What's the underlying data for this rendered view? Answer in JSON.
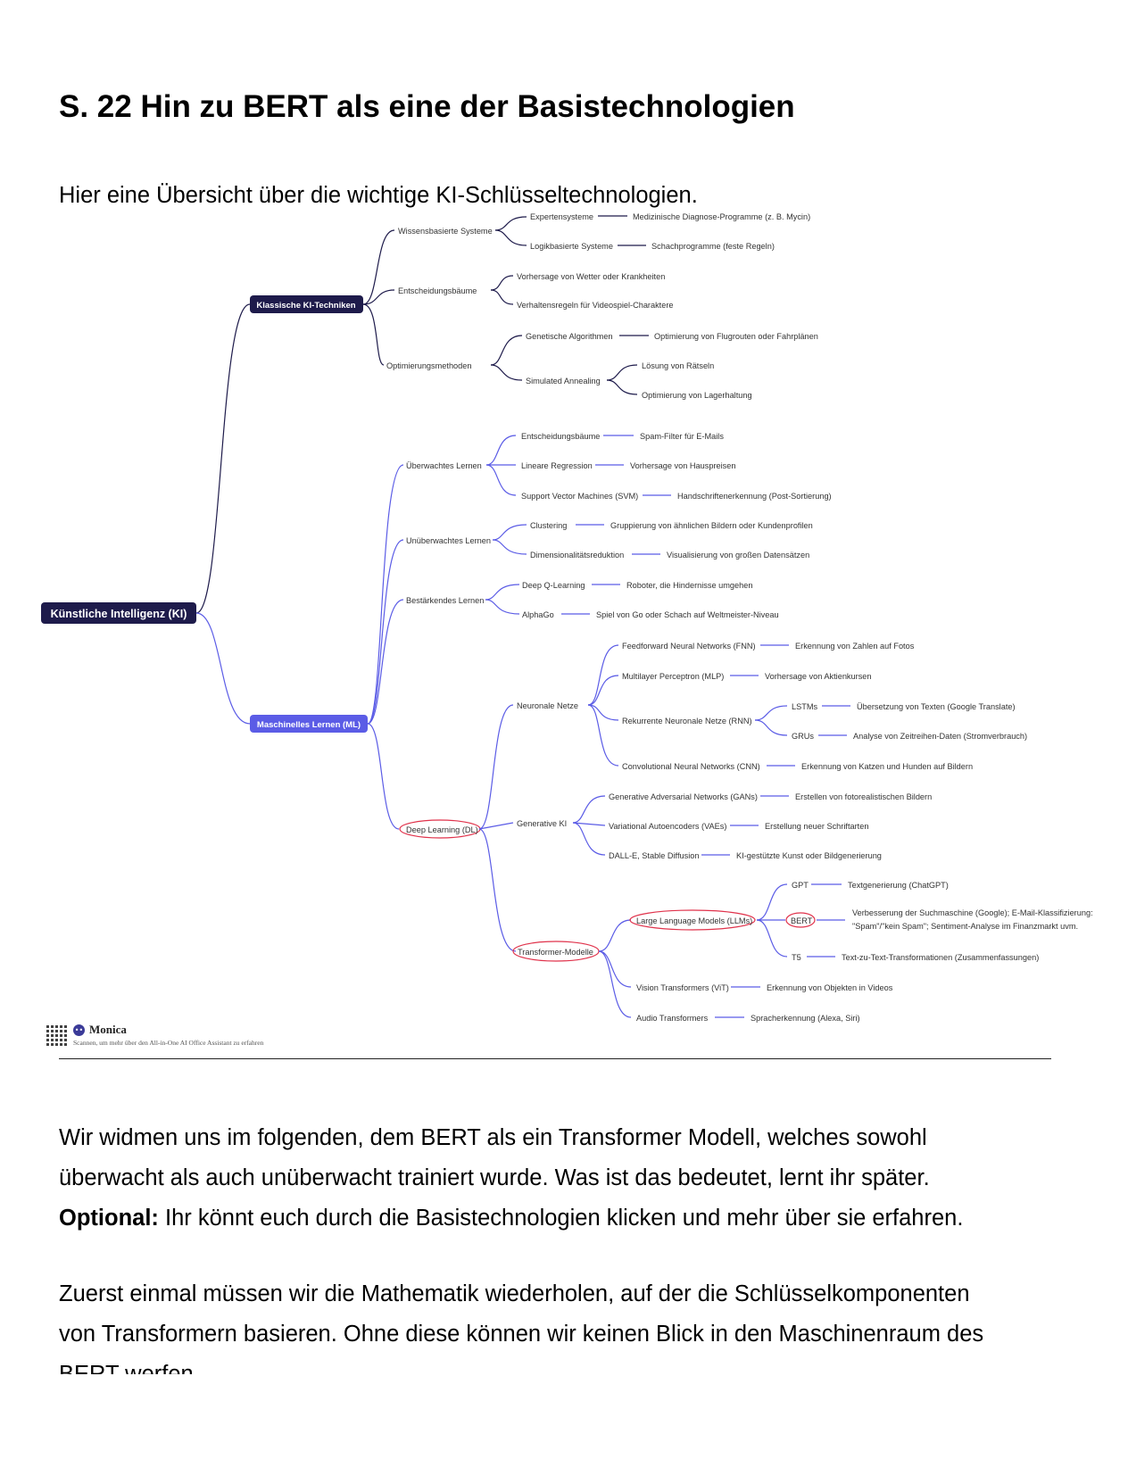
{
  "page": {
    "title": "S. 22 Hin zu BERT als eine der Basistechnologien",
    "intro": "Hier eine Übersicht über die wichtige KI-Schlüsseltechnologien.",
    "rule": "______________________________________________________________________________________",
    "p1_l1": "Wir widmen uns im folgenden, dem BERT als ein Transformer Modell, welches sowohl",
    "p1_l2": "überwacht als auch unüberwacht trainiert wurde. Was ist das bedeutet, lernt ihr später.",
    "p1_bold": "Optional:",
    "p1_l3": " Ihr könnt euch durch die Basistechnologien klicken und mehr über sie erfahren.",
    "p2_l1": "Zuerst einmal müssen wir die Mathematik wiederholen, auf der die Schlüsselkomponenten",
    "p2_l2": "von Transformern basieren. Ohne diese können wir keinen Blick in den Maschinenraum des",
    "p2_l3": "BERT werfen."
  },
  "watermark": {
    "name": "Monica",
    "caption": "Scannen, um mehr über den All-in-One AI Office Assistant zu erfahren"
  },
  "mindmap": {
    "root": "Künstliche Intelligenz (KI)",
    "klassisch": "Klassische KI-Techniken",
    "wissen": "Wissensbasierte Systeme",
    "experten": "Expertensysteme",
    "experten_ex": "Medizinische Diagnose-Programme (z. B. Mycin)",
    "logik": "Logikbasierte Systeme",
    "logik_ex": "Schachprogramme (feste Regeln)",
    "entsch": "Entscheidungsbäume",
    "entsch_a": "Vorhersage von Wetter oder Krankheiten",
    "entsch_b": "Verhaltensregeln für Videospiel-Charaktere",
    "opti": "Optimierungsmethoden",
    "genetisch": "Genetische Algorithmen",
    "genetisch_ex": "Optimierung von Flugrouten oder Fahrplänen",
    "annealing": "Simulated Annealing",
    "annealing_a": "Lösung von Rätseln",
    "annealing_b": "Optimierung von Lagerhaltung",
    "ml": "Maschinelles Lernen (ML)",
    "ueberwacht": "Überwachtes Lernen",
    "ue_entsch": "Entscheidungsbäume",
    "ue_entsch_ex": "Spam-Filter für E-Mails",
    "linreg": "Lineare Regression",
    "linreg_ex": "Vorhersage von Hauspreisen",
    "svm": "Support Vector Machines (SVM)",
    "svm_ex": "Handschriftenerkennung (Post-Sortierung)",
    "unueberwacht": "Unüberwachtes Lernen",
    "clustering": "Clustering",
    "clustering_ex": "Gruppierung von ähnlichen Bildern oder Kundenprofilen",
    "dimred": "Dimensionalitätsreduktion",
    "dimred_ex": "Visualisierung von großen Datensätzen",
    "bestaerkend": "Bestärkendes Lernen",
    "dqn": "Deep Q-Learning",
    "dqn_ex": "Roboter, die Hindernisse umgehen",
    "alphago": "AlphaGo",
    "alphago_ex": "Spiel von Go oder Schach auf Weltmeister-Niveau",
    "dl": "Deep Learning (DL)",
    "nn": "Neuronale Netze",
    "fnn": "Feedforward Neural Networks (FNN)",
    "fnn_ex": "Erkennung von Zahlen auf Fotos",
    "mlp": "Multilayer Perceptron (MLP)",
    "mlp_ex": "Vorhersage von Aktienkursen",
    "rnn": "Rekurrente Neuronale Netze (RNN)",
    "lstm": "LSTMs",
    "lstm_ex": "Übersetzung von Texten (Google Translate)",
    "gru": "GRUs",
    "gru_ex": "Analyse von Zeitreihen-Daten (Stromverbrauch)",
    "cnn": "Convolutional Neural Networks (CNN)",
    "cnn_ex": "Erkennung von Katzen und Hunden auf Bildern",
    "genki": "Generative KI",
    "gan": "Generative Adversarial Networks (GANs)",
    "gan_ex": "Erstellen von fotorealistischen Bildern",
    "vae": "Variational Autoencoders (VAEs)",
    "vae_ex": "Erstellung neuer Schriftarten",
    "dalle": "DALL-E, Stable Diffusion",
    "dalle_ex": "KI-gestützte Kunst oder Bildgenerierung",
    "transformer": "Transformer-Modelle",
    "llm": "Large Language Models (LLMs)",
    "gpt": "GPT",
    "gpt_ex": "Textgenerierung (ChatGPT)",
    "bert": "BERT",
    "bert_ex1": "Verbesserung der Suchmaschine (Google); E-Mail-Klassifizierung:",
    "bert_ex2": "\"Spam\"/\"kein Spam\"; Sentiment-Analyse im Finanzmarkt uvm.",
    "t5": "T5",
    "t5_ex": "Text-zu-Text-Transformationen (Zusammenfassungen)",
    "vit": "Vision Transformers (ViT)",
    "vit_ex": "Erkennung von Objekten in Videos",
    "audio": "Audio Transformers",
    "audio_ex": "Spracherkennung (Alexa, Siri)"
  }
}
